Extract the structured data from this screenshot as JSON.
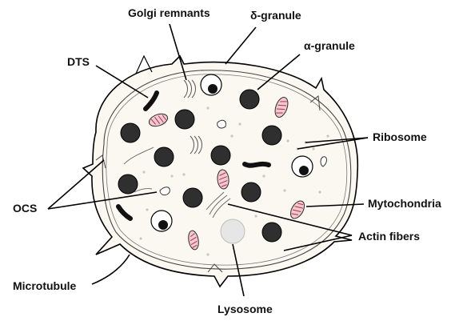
{
  "labels": {
    "golgi_remnants": "Golgi remnants",
    "delta_granule": "δ-granule",
    "alpha_granule": "α-granule",
    "dts": "DTS",
    "ribosome": "Ribosome",
    "ocs": "OCS",
    "mitochondria": "Mytochondria",
    "actin_fibers": "Actin fibers",
    "microtubule": "Microtubule",
    "lysosome": "Lysosome"
  },
  "colors": {
    "cytoplasm": "#fbf8f1",
    "granule": "#2f2f2f",
    "mitochondria_fill": "#f2c9cf",
    "mitochondria_crista": "#b0304a",
    "lysosome_fill": "#e6e6e6",
    "outline": "#000000"
  }
}
